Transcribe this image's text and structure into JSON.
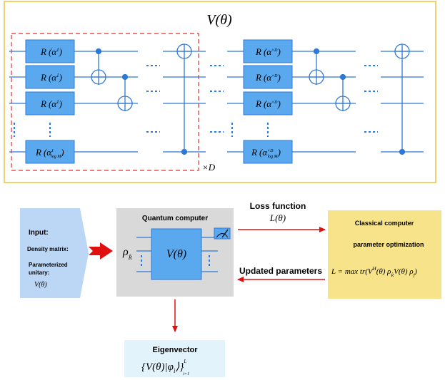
{
  "circuit": {
    "title": "V(θ)",
    "repeat_label": "×D",
    "block1_gates": [
      {
        "main": "R",
        "arg": "(α",
        "sup": "1",
        "sub": "1",
        "close": ")"
      },
      {
        "main": "R",
        "arg": "(α",
        "sup": "1",
        "sub": "2",
        "close": ")"
      },
      {
        "main": "R",
        "arg": "(α",
        "sup": "1",
        "sub": "3",
        "close": ")"
      },
      {
        "main": "R",
        "arg": "(α",
        "sup": "1",
        "sub": "log M",
        "close": ")"
      }
    ],
    "block2_gates": [
      {
        "main": "R",
        "arg": "(α",
        "sup": "×D",
        "sub": "1",
        "close": ")"
      },
      {
        "main": "R",
        "arg": "(α",
        "sup": "×D",
        "sub": "2",
        "close": ")"
      },
      {
        "main": "R",
        "arg": "(α",
        "sup": "×D",
        "sub": "3",
        "close": ")"
      },
      {
        "main": "R",
        "arg": "(α",
        "sup": "×D",
        "sub": "log M",
        "close": ")"
      }
    ]
  },
  "input": {
    "title": "Input:",
    "line1": "Density matrix:",
    "line2": "Parameterized",
    "line3": "unitary:",
    "line4": "V(θ)"
  },
  "quantum": {
    "title": "Quantum computer",
    "rho": "ρ",
    "rho_sub": "R̂",
    "gate": "V(θ)"
  },
  "loss": {
    "title": "Loss function",
    "formula": "L(θ)"
  },
  "updated": {
    "title": "Updated parameters"
  },
  "classical": {
    "line1": "Classical computer",
    "line2": "parameter optimization",
    "formula": "L = max tr(V",
    "formula_sup": "H",
    "formula_rest": "(θ) ρ",
    "formula_sub1": "R̂",
    "formula_rest2": "V(θ) ρ",
    "formula_sub2": "f",
    "formula_end": ")"
  },
  "eigen": {
    "title": "Eigenvector",
    "formula": "{V(θ)|φ",
    "formula_sub": "i",
    "formula_end": "⟩}",
    "formula_sup": "L",
    "formula_lower": "i=1"
  },
  "colors": {
    "gate_fill": "#5aa9ef",
    "wire": "#2f78d6",
    "frame": "#f0c040",
    "dashed_red": "#e03030",
    "input_fill": "#bcd6f5",
    "quantum_fill": "#d9d9d9",
    "classical_fill": "#f7e38a",
    "eigen_fill": "#e2f3fb",
    "arrow_red": "#e01010"
  }
}
